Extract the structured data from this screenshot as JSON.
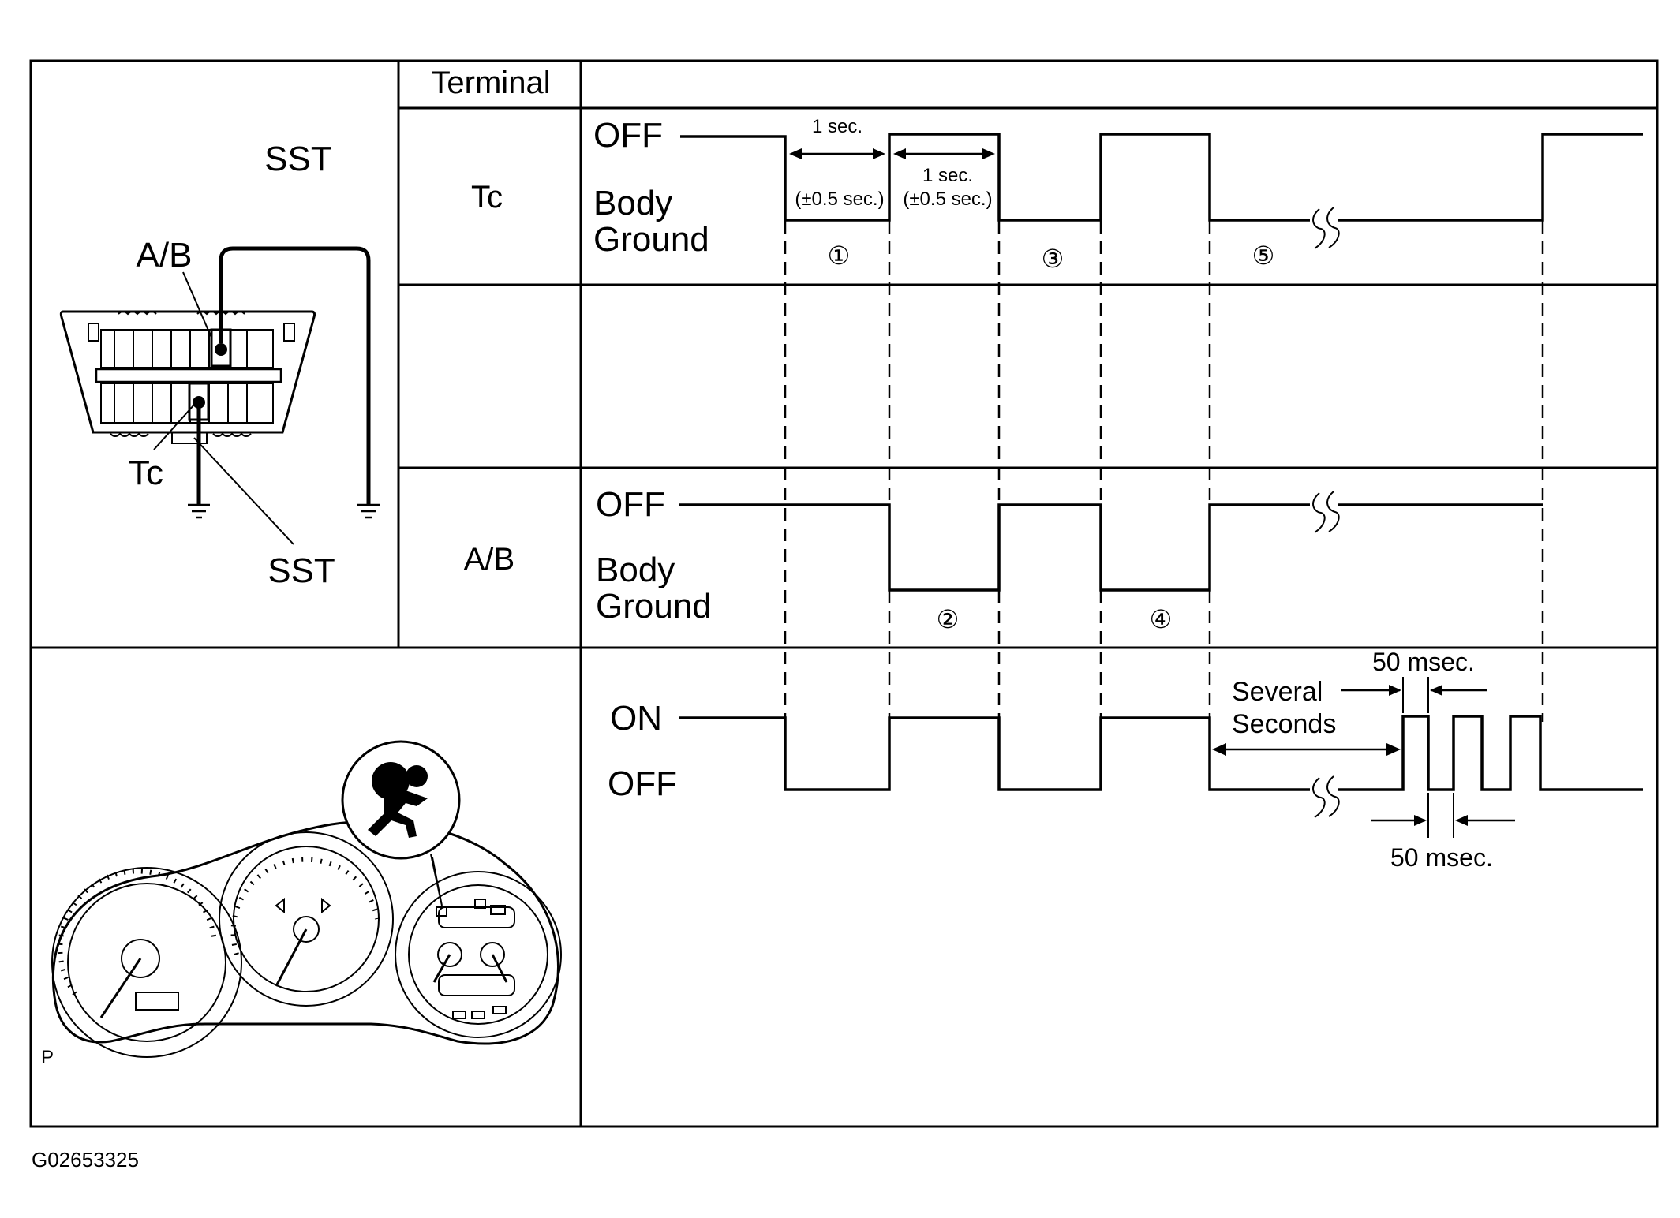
{
  "header": {
    "terminal": "Terminal"
  },
  "rows": {
    "tc": {
      "name": "Tc",
      "high": "OFF",
      "low": [
        "Body",
        "Ground"
      ]
    },
    "ab": {
      "name": "A/B",
      "high": "OFF",
      "low": [
        "Body",
        "Ground"
      ]
    },
    "lamp": {
      "high": "ON",
      "low": "OFF"
    }
  },
  "connector": {
    "sst_top": "SST",
    "sst_bottom": "SST",
    "ab_label": "A/B",
    "tc_label": "Tc"
  },
  "timing": {
    "interval_a": "1 sec.",
    "tolerance_a": "(±0.5 sec.)",
    "interval_b": "1 sec.",
    "tolerance_b": "(±0.5 sec.)",
    "phase_markers": [
      "①",
      "②",
      "③",
      "④",
      "⑤"
    ],
    "several_seconds": [
      "Several",
      "Seconds"
    ],
    "pulse_width_top": "50 msec.",
    "pulse_width_bottom": "50 msec."
  },
  "cluster": {
    "corner_mark": "P"
  },
  "figure_id": "G02653325"
}
